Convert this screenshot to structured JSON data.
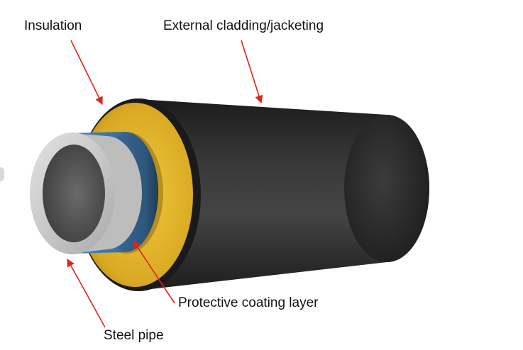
{
  "labels": {
    "insulation": "Insulation",
    "cladding": "External cladding/jacketing",
    "coating": "Protective coating layer",
    "steel_pipe": "Steel pipe"
  },
  "colors": {
    "arrow": "#e2231a",
    "jacket": "#2e2e2e",
    "insulation": "#e0b42a",
    "coating": "#3f78a8",
    "steel": "#c9c9c9",
    "pipe_interior": "#5a5a5a"
  }
}
